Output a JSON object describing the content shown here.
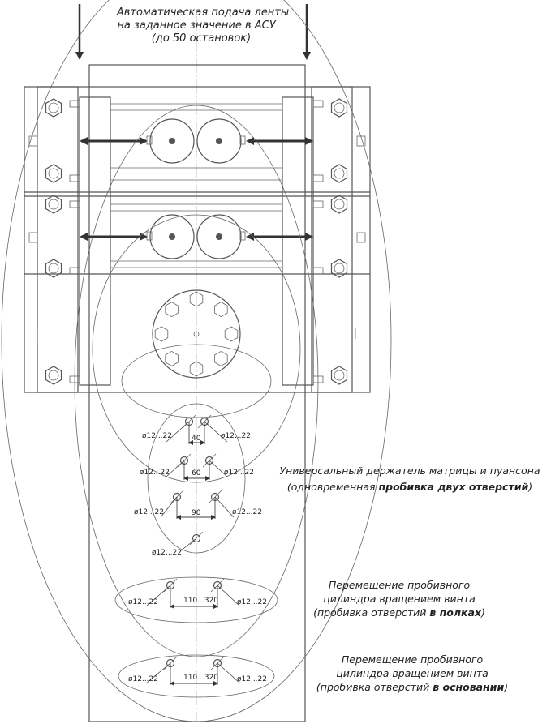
{
  "top_caption": {
    "line1": "Автоматическая подача ленты",
    "line2": "на заданное значение в АСУ",
    "line3": "(до 50 остановок)"
  },
  "holder_caption": {
    "line1": "Универсальный держатель матрицы и пуансона",
    "line2_pre": "(одновременная ",
    "line2_bold": "пробивка двух отверстий",
    "line2_post": ")"
  },
  "flange_caption": {
    "line1": "Перемещение пробивного",
    "line2": "цилиндра вращением винта",
    "line3_pre": "(пробивка отверстий ",
    "line3_bold": "в полках",
    "line3_post": ")"
  },
  "base_caption": {
    "line1": "Перемещение пробивного",
    "line2": "цилиндра вращением винта",
    "line3_pre": "(пробивка отверстий ",
    "line3_bold": "в основании",
    "line3_post": ")"
  },
  "dimensions": {
    "hole_dia": "ø12...22",
    "spacing_40": "40",
    "spacing_60": "60",
    "spacing_90": "90",
    "spacing_range": "110...320"
  }
}
